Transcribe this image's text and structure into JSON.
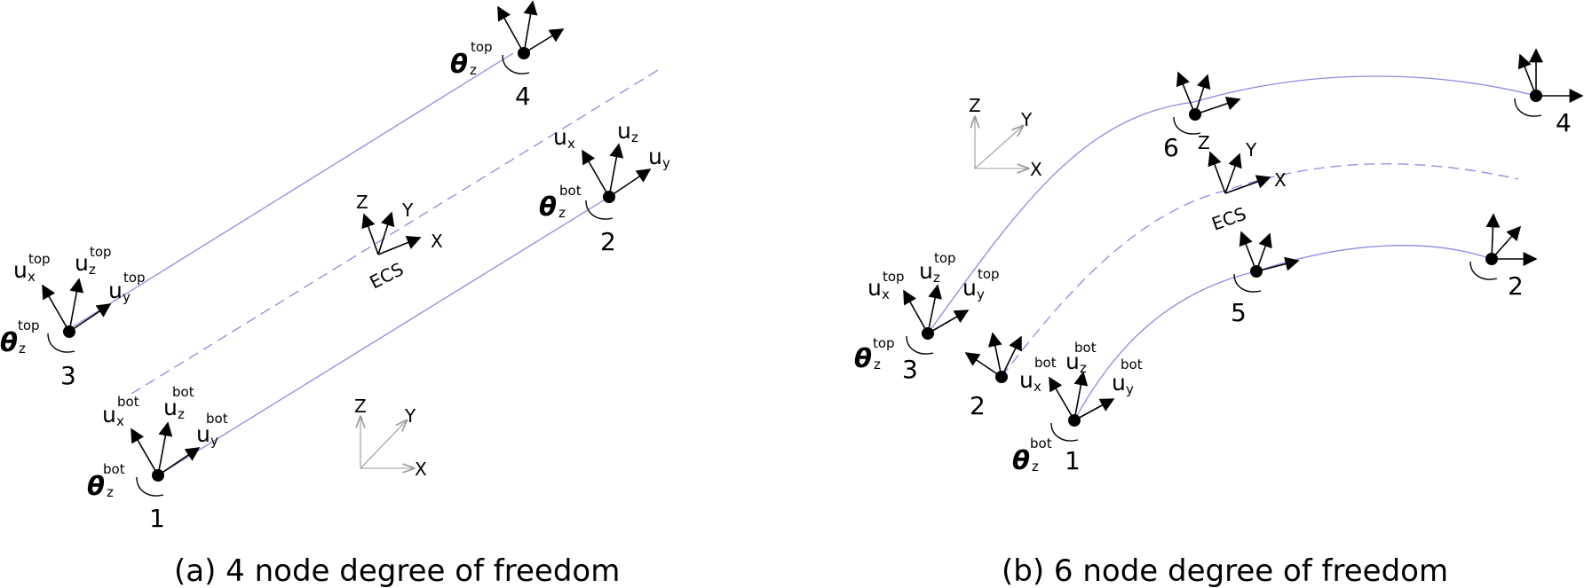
{
  "labels": {
    "ux": "u",
    "uy": "u",
    "uz": "u",
    "theta": "θ",
    "x": "x",
    "y": "y",
    "z": "z",
    "top": "top",
    "bot": "bot"
  },
  "axes": {
    "X": "X",
    "Y": "Y",
    "Z": "Z",
    "ecs": "ECS"
  },
  "panel_a": {
    "caption": "(a) 4 node degree of freedom",
    "nodes": [
      "1",
      "2",
      "3",
      "4"
    ]
  },
  "panel_b": {
    "caption": "(b) 6 node degree of freedom",
    "nodes": [
      "1",
      "2",
      "3",
      "4",
      "5",
      "6",
      "2"
    ]
  }
}
